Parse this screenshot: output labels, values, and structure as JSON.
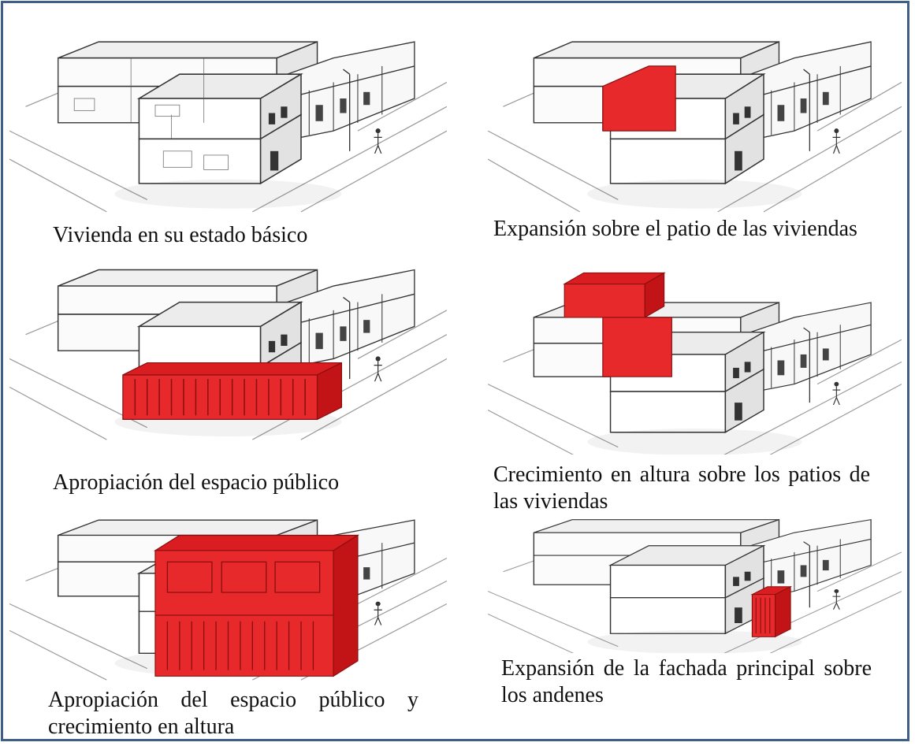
{
  "captions": {
    "c1": "Vivienda en su estado básico",
    "c2": "Expansión sobre el patio de las viviendas",
    "c3": "Apropiación del espacio público",
    "c4": "Crecimiento en altura sobre los patios de las viviendas",
    "c5": "Apropiación del espacio público y crecimiento en altura",
    "c6": "Expansión de la fachada principal sobre los andenes"
  },
  "colors": {
    "border": "#3f5f86",
    "highlight": "#e8292b",
    "line": "#333333"
  }
}
